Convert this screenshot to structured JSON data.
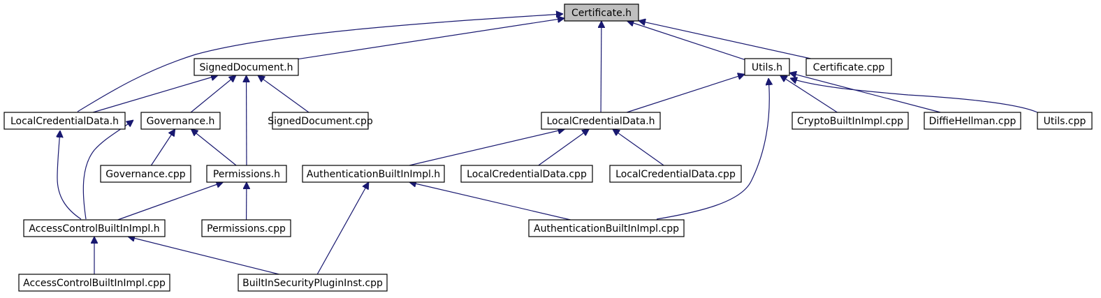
{
  "graph": {
    "edge_color": "#191970",
    "highlight_color": "#bfbfbf",
    "nodes": [
      {
        "id": "certificate-h",
        "label": "Certificate.h",
        "highlighted": true
      },
      {
        "id": "signeddocument-h",
        "label": "SignedDocument.h"
      },
      {
        "id": "utils-h",
        "label": "Utils.h"
      },
      {
        "id": "certificate-cpp",
        "label": "Certificate.cpp"
      },
      {
        "id": "localcredentialdata-h-left",
        "label": "LocalCredentialData.h"
      },
      {
        "id": "governance-h",
        "label": "Governance.h"
      },
      {
        "id": "signeddocument-cpp",
        "label": "SignedDocument.cpp"
      },
      {
        "id": "localcredentialdata-h-mid",
        "label": "LocalCredentialData.h"
      },
      {
        "id": "cryptobuiltinimpl-cpp",
        "label": "CryptoBuiltInImpl.cpp"
      },
      {
        "id": "diffiehellman-cpp",
        "label": "DiffieHellman.cpp"
      },
      {
        "id": "utils-cpp",
        "label": "Utils.cpp"
      },
      {
        "id": "governance-cpp",
        "label": "Governance.cpp"
      },
      {
        "id": "permissions-h",
        "label": "Permissions.h"
      },
      {
        "id": "authenticationbuiltinimpl-h",
        "label": "AuthenticationBuiltInImpl.h"
      },
      {
        "id": "localcredentialdata-cpp-1",
        "label": "LocalCredentialData.cpp"
      },
      {
        "id": "localcredentialdata-cpp-2",
        "label": "LocalCredentialData.cpp"
      },
      {
        "id": "accesscontrolbuiltinimpl-h",
        "label": "AccessControlBuiltInImpl.h"
      },
      {
        "id": "permissions-cpp",
        "label": "Permissions.cpp"
      },
      {
        "id": "authenticationbuiltinimpl-cpp",
        "label": "AuthenticationBuiltInImpl.cpp"
      },
      {
        "id": "accesscontrolbuiltinimpl-cpp",
        "label": "AccessControlBuiltInImpl.cpp"
      },
      {
        "id": "builtinsecurityplugininst-cpp",
        "label": "BuiltInSecurityPluginInst.cpp"
      }
    ],
    "edges": [
      {
        "from": "localcredentialdata-h-left",
        "to": "certificate-h"
      },
      {
        "from": "signeddocument-h",
        "to": "certificate-h"
      },
      {
        "from": "localcredentialdata-h-mid",
        "to": "certificate-h"
      },
      {
        "from": "utils-h",
        "to": "certificate-h"
      },
      {
        "from": "certificate-cpp",
        "to": "certificate-h"
      },
      {
        "from": "localcredentialdata-h-left",
        "to": "signeddocument-h"
      },
      {
        "from": "governance-h",
        "to": "signeddocument-h"
      },
      {
        "from": "permissions-h",
        "to": "signeddocument-h"
      },
      {
        "from": "signeddocument-cpp",
        "to": "signeddocument-h"
      },
      {
        "from": "localcredentialdata-h-mid",
        "to": "utils-h"
      },
      {
        "from": "cryptobuiltinimpl-cpp",
        "to": "utils-h"
      },
      {
        "from": "diffiehellman-cpp",
        "to": "utils-h"
      },
      {
        "from": "utils-cpp",
        "to": "utils-h"
      },
      {
        "from": "authenticationbuiltinimpl-cpp",
        "to": "utils-h"
      },
      {
        "from": "accesscontrolbuiltinimpl-h",
        "to": "localcredentialdata-h-left"
      },
      {
        "from": "governance-cpp",
        "to": "governance-h"
      },
      {
        "from": "permissions-h",
        "to": "governance-h"
      },
      {
        "from": "accesscontrolbuiltinimpl-h",
        "to": "governance-h"
      },
      {
        "from": "authenticationbuiltinimpl-h",
        "to": "localcredentialdata-h-mid"
      },
      {
        "from": "localcredentialdata-cpp-1",
        "to": "localcredentialdata-h-mid"
      },
      {
        "from": "localcredentialdata-cpp-2",
        "to": "localcredentialdata-h-mid"
      },
      {
        "from": "accesscontrolbuiltinimpl-h",
        "to": "permissions-h"
      },
      {
        "from": "permissions-cpp",
        "to": "permissions-h"
      },
      {
        "from": "authenticationbuiltinimpl-cpp",
        "to": "authenticationbuiltinimpl-h"
      },
      {
        "from": "builtinsecurityplugininst-cpp",
        "to": "authenticationbuiltinimpl-h"
      },
      {
        "from": "accesscontrolbuiltinimpl-cpp",
        "to": "accesscontrolbuiltinimpl-h"
      },
      {
        "from": "builtinsecurityplugininst-cpp",
        "to": "accesscontrolbuiltinimpl-h"
      }
    ]
  }
}
